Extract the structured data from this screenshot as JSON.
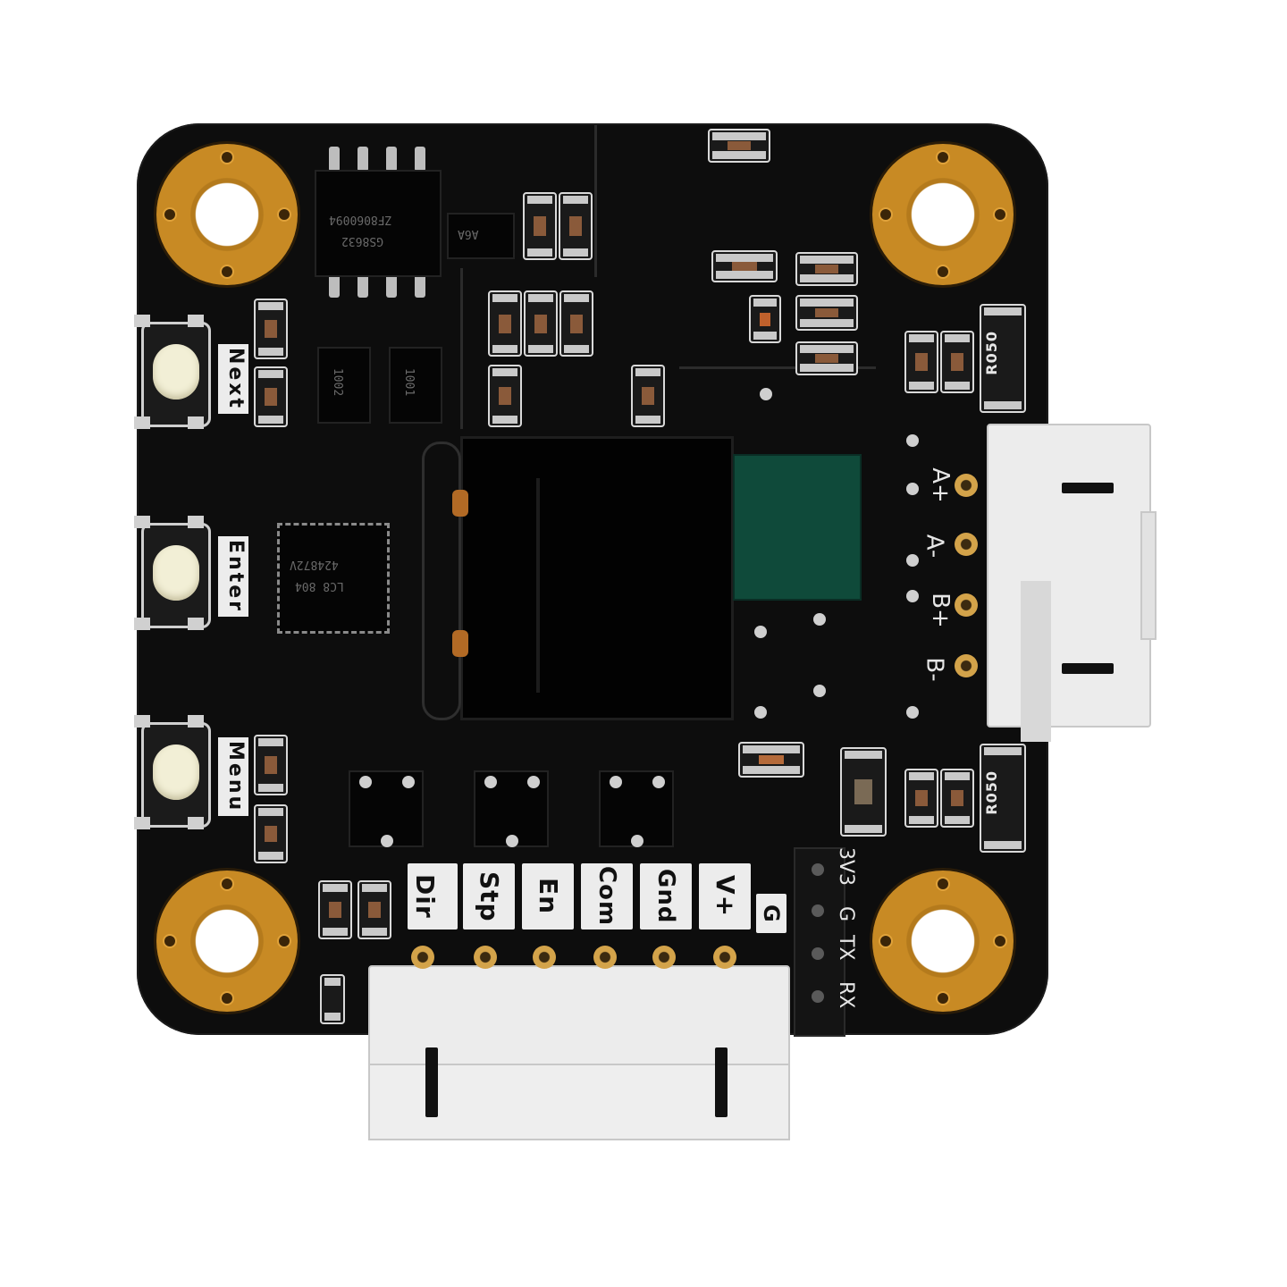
{
  "buttons": [
    {
      "label": "Next"
    },
    {
      "label": "Enter"
    },
    {
      "label": "Menu"
    }
  ],
  "bottom_pins": [
    "Dir",
    "Stp",
    "En",
    "Com",
    "Gnd",
    "V+"
  ],
  "motor_pins": [
    "A+",
    "A-",
    "B+",
    "B-"
  ],
  "uart_pins": [
    "3V3",
    "G",
    "TX",
    "RX"
  ],
  "gnd_label": "G",
  "resistors": {
    "top": "R050",
    "bottom": "R050"
  },
  "chips": {
    "eeprom_line1": "ZF8060094",
    "eeprom_line2": "GS8632",
    "small1": "1002",
    "small2": "1001",
    "mcu_line1": "424872V",
    "mcu_line2": "LC8 804",
    "ic_marking": "A6A"
  },
  "colors": {
    "board": "#0d0d0d",
    "pad": "#c88a24",
    "connector": "#ececec",
    "silkscreen": "#e6e6e6",
    "sensor": "#0f4a3a"
  }
}
